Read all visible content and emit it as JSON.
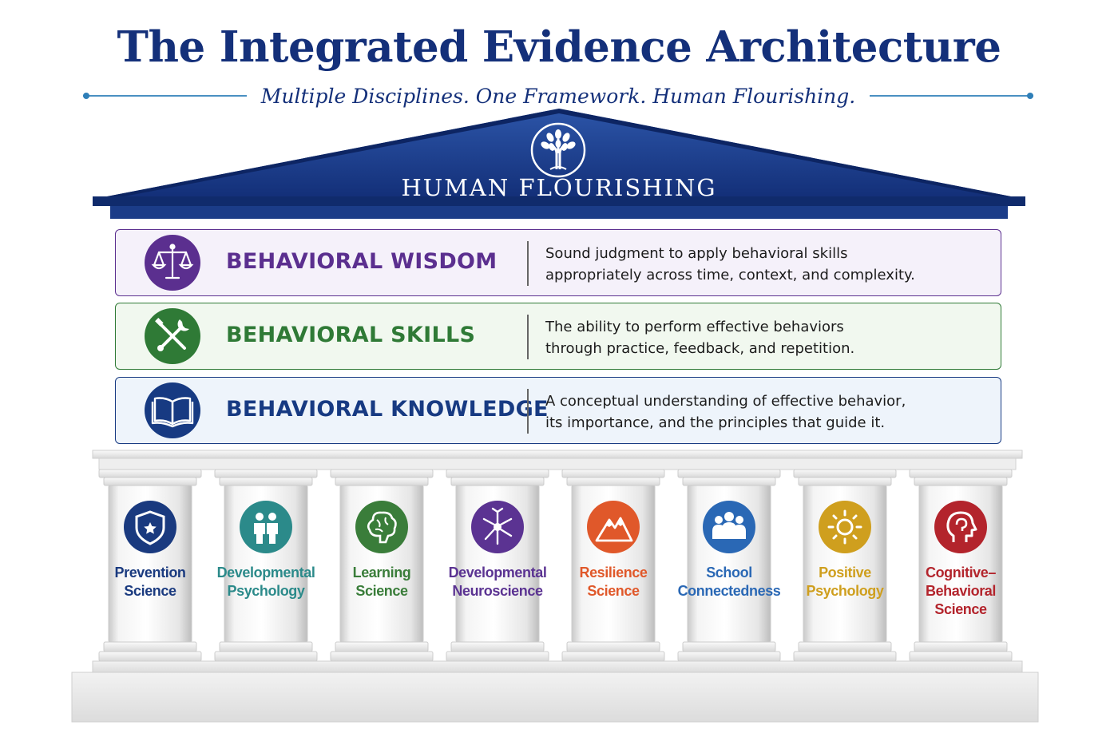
{
  "title": "The Integrated Evidence Architecture",
  "subtitle": "Multiple Disciplines. One Framework. Human Flourishing.",
  "roof": {
    "label": "HUMAN FLOURISHING",
    "icon": "tree-icon",
    "color": "#163a8a"
  },
  "bands": [
    {
      "name": "BEHAVIORAL WISDOM",
      "icon": "scales-icon",
      "color": "#5b2f8f",
      "fill": "#f5f1fa",
      "desc": [
        "Sound judgment to apply behavioral skills",
        "appropriately across time, context, and complexity."
      ]
    },
    {
      "name": "BEHAVIORAL SKILLS",
      "icon": "tools-icon",
      "color": "#2f7a36",
      "fill": "#f1f8ef",
      "desc": [
        "The ability to perform effective behaviors",
        "through practice, feedback, and repetition."
      ]
    },
    {
      "name": "BEHAVIORAL KNOWLEDGE",
      "icon": "book-icon",
      "color": "#173a82",
      "fill": "#eef4fb",
      "desc": [
        "A conceptual understanding of effective behavior,",
        "its importance, and the principles that guide it."
      ]
    }
  ],
  "pillars": [
    {
      "lines": [
        "Prevention",
        "Science"
      ],
      "icon": "shield-icon",
      "color": "#1a3a7f"
    },
    {
      "lines": [
        "Developmental",
        "Psychology"
      ],
      "icon": "people-icon",
      "color": "#2b8a8a"
    },
    {
      "lines": [
        "Learning",
        "Science"
      ],
      "icon": "brain-icon",
      "color": "#3a7d3a"
    },
    {
      "lines": [
        "Developmental",
        "Neuroscience"
      ],
      "icon": "neuron-icon",
      "color": "#5b3392"
    },
    {
      "lines": [
        "Resilience",
        "Science"
      ],
      "icon": "mountain-icon",
      "color": "#e0582a"
    },
    {
      "lines": [
        "School",
        "Connectedness"
      ],
      "icon": "group-icon",
      "color": "#2a68b5"
    },
    {
      "lines": [
        "Positive",
        "Psychology"
      ],
      "icon": "sun-icon",
      "color": "#cf9f1e"
    },
    {
      "lines": [
        "Cognitive–",
        "Behavioral",
        "Science"
      ],
      "icon": "head-icon",
      "color": "#b3242c"
    }
  ]
}
